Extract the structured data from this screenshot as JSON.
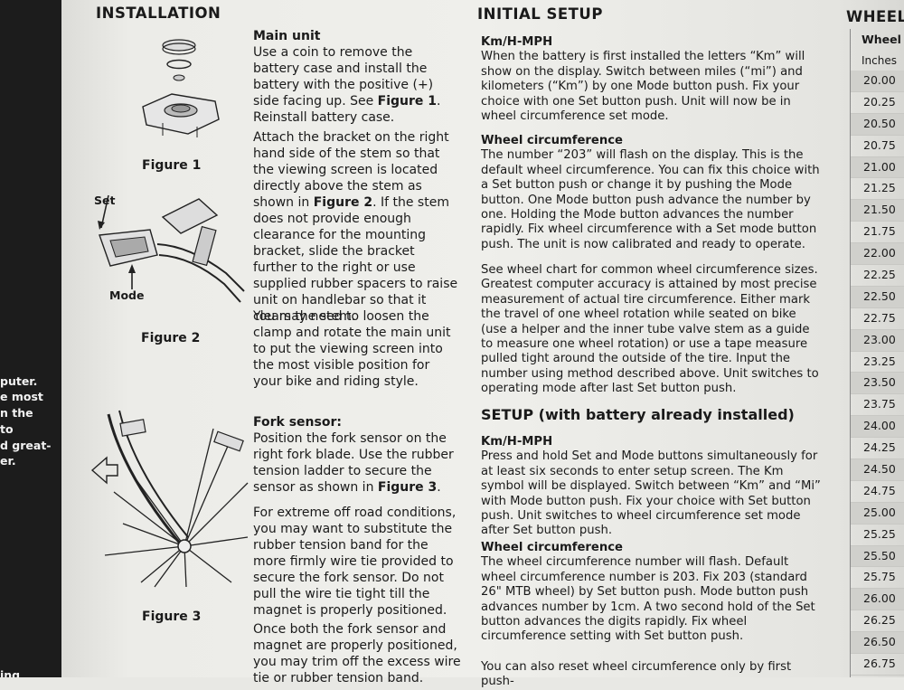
{
  "left_strip": {
    "fragments": [
      "puter.",
      "e most",
      "n the",
      "to",
      "d great-",
      "er.",
      "ing"
    ]
  },
  "installation": {
    "title": "INSTALLATION",
    "main_unit_title": "Main unit",
    "main_unit_text_a": "Use a coin to remove the battery case and install the battery with the positive (+) side facing up. See ",
    "main_unit_ref": "Figure 1",
    "main_unit_text_b": ". Reinstall battery case.",
    "bracket_text_a": "Attach the bracket on the right hand side of the stem so that the viewing screen is located directly above the stem as shown in ",
    "bracket_ref": "Figure 2",
    "bracket_text_b": ". If the stem does not provide enough clearance for the mounting bracket, slide the bracket further to the right or use supplied rubber spacers to raise unit on handlebar so that it clears the stem.",
    "loosen_text": "You may need to loosen the clamp and rotate the main unit to put the viewing screen into the most visible position for your bike and riding style.",
    "fork_title": "Fork sensor:",
    "fork_text_a": "Position the fork sensor on the right fork blade. Use the rubber tension ladder to secure the sensor as shown in ",
    "fork_ref": "Figure 3",
    "fork_text_b": ".",
    "offroad_text": "For extreme off road conditions, you may want to substitute the rubber tension band for the more firmly wire tie provided to secure the fork sensor. Do not pull the wire tie tight till the magnet is properly positioned.",
    "once_text": "Once both the fork sensor and magnet are properly positioned, you may trim off the excess wire tie or rubber tension band.",
    "figure1": "Figure 1",
    "figure2": "Figure 2",
    "figure3": "Figure 3",
    "set_label": "Set",
    "mode_label": "Mode"
  },
  "initial_setup": {
    "title": "INITIAL SETUP",
    "kmh_title": "Km/H-MPH",
    "kmh_text": "When the battery is first installed the letters “Km” will show on the display. Switch between miles (“mi”) and kilometers (“Km”) by one Mode button push. Fix your choice with one Set button push. Unit will now be in wheel circumference set mode.",
    "wheel_title": "Wheel circumference",
    "wheel_text": "The number “203” will flash on the display. This is the default wheel circumference. You can fix this choice with a Set button push or change it by pushing the Mode button. One Mode button push advance the number by one. Holding the Mode button advances the number rapidly. Fix wheel circumference with a Set mode button push. The unit is now calibrated and ready to operate.",
    "chart_text": "See wheel chart for common wheel circumference sizes. Greatest computer accuracy is attained by most precise measurement of actual tire circumference. Either mark the travel of one wheel rotation while seated on bike (use a helper and the inner tube valve stem as a guide to measure one wheel rotation) or use a tape measure pulled tight around the outside of the tire. Input the number using method described above. Unit switches to operating mode after last Set button push."
  },
  "setup_battery": {
    "title": "SETUP (with battery already installed)",
    "kmh_title": "Km/H-MPH",
    "kmh_text": "Press and hold Set and Mode buttons simultaneously for at least six seconds to enter setup screen. The Km symbol will be displayed. Switch between “Km” and “Mi” with Mode button push. Fix your choice with Set button push. Unit switches to wheel circumference set mode after Set button push.",
    "wheel_title": "Wheel circumference",
    "wheel_text": "The wheel circumference number will flash. Default wheel circumference number is 203. Fix 203 (standard 26\" MTB wheel) by Set button push. Mode button push advances number by 1cm. A two second hold of the Set button advances the digits rapidly. Fix wheel circumference setting with Set button push.",
    "reset_text": "You can also reset wheel circumference only by first push-"
  },
  "wheel_table": {
    "title": "WHEEL",
    "col_header": "Wheel",
    "col_unit": "Inches",
    "rows": [
      "20.00",
      "20.25",
      "20.50",
      "20.75",
      "21.00",
      "21.25",
      "21.50",
      "21.75",
      "22.00",
      "22.25",
      "22.50",
      "22.75",
      "23.00",
      "23.25",
      "23.50",
      "23.75",
      "24.00",
      "24.25",
      "24.50",
      "24.75",
      "25.00",
      "25.25",
      "25.50",
      "25.75",
      "26.00",
      "26.25",
      "26.50",
      "26.75"
    ]
  }
}
